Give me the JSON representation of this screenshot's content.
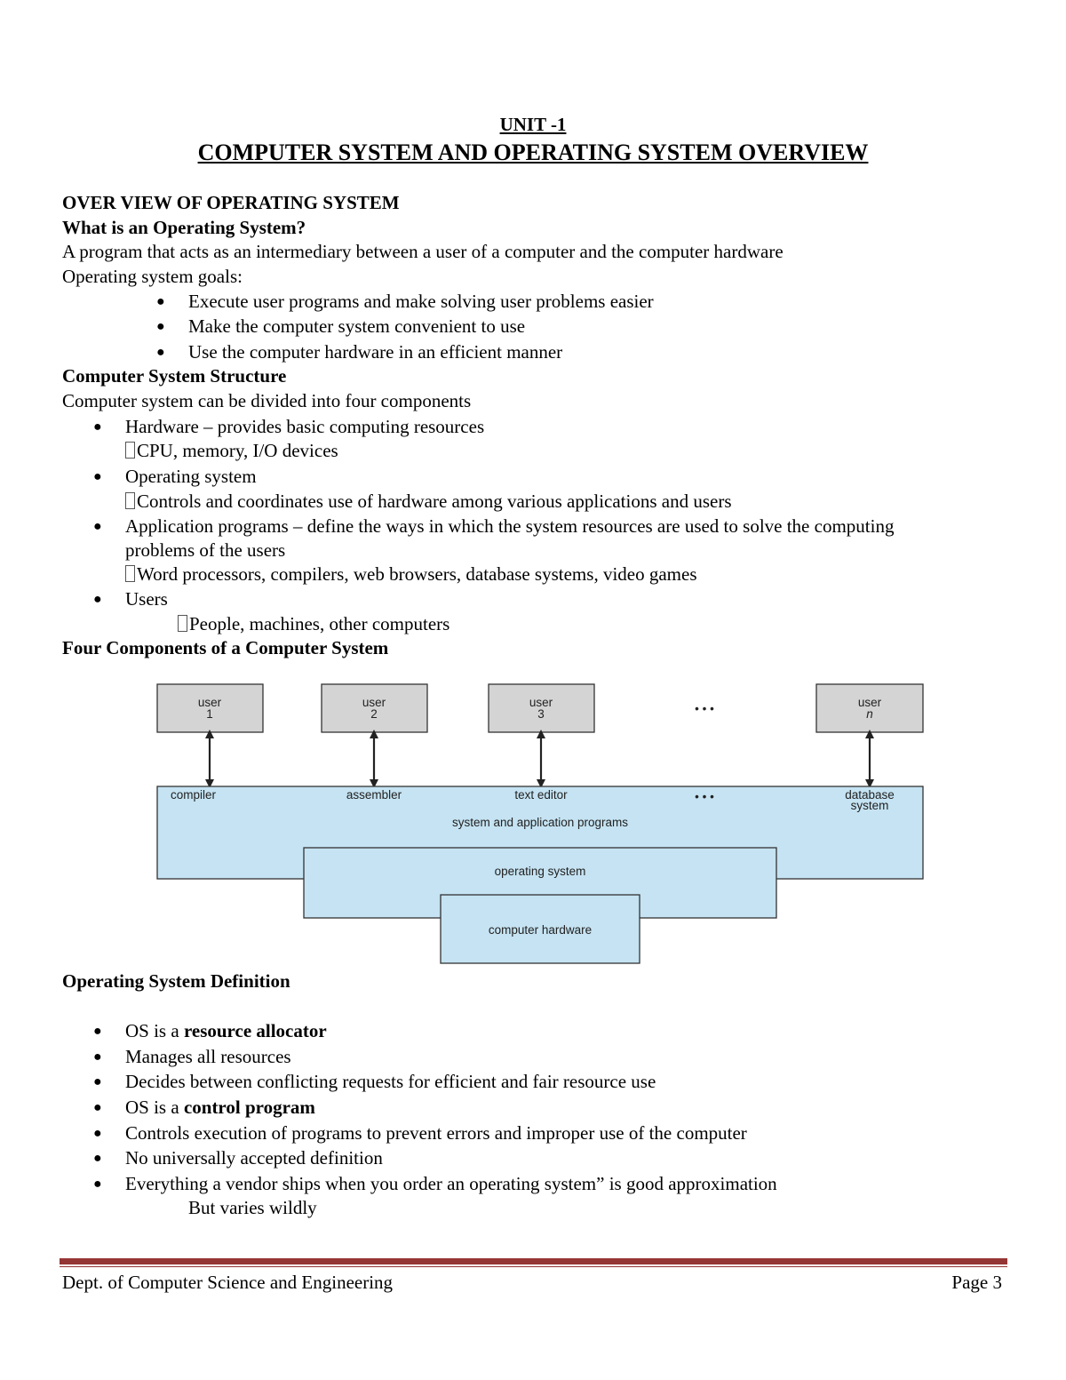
{
  "header": {
    "unit": "UNIT -1",
    "title": "COMPUTER SYSTEM AND OPERATING SYSTEM OVERVIEW"
  },
  "overview": {
    "heading": "OVER VIEW OF OPERATING SYSTEM",
    "question": "What is an Operating System?",
    "definition": "A program that acts as an intermediary between a user of a computer and the computer hardware",
    "goals_label": "Operating system goals:",
    "goals": [
      "Execute user programs and make solving user problems easier",
      "Make the computer system convenient to use",
      "Use the computer hardware in an efficient manner"
    ]
  },
  "structure": {
    "heading": "Computer System Structure",
    "intro": "Computer system can be divided into four components",
    "items": [
      {
        "label": "Hardware – provides basic computing resources",
        "sub": "CPU, memory, I/O devices"
      },
      {
        "label": "Operating system",
        "sub": "Controls and coordinates use of hardware among various applications and users"
      },
      {
        "label": "Application programs – define the ways in which the system resources are used to solve the computing",
        "label2": "problems of the users",
        "sub": "Word processors, compilers, web browsers, database systems, video games"
      },
      {
        "label": "Users",
        "sub": "People, machines, other computers"
      }
    ]
  },
  "diagram": {
    "heading": "Four Components of a Computer System",
    "users": [
      {
        "top": "user",
        "bottom": "1"
      },
      {
        "top": "user",
        "bottom": "2"
      },
      {
        "top": "user",
        "bottom": "3"
      },
      {
        "top": "user",
        "bottom": "n"
      }
    ],
    "ellipsis": "• • •",
    "programs": [
      "compiler",
      "assembler",
      "text editor"
    ],
    "database_line1": "database",
    "database_line2": "system",
    "programs_label": "system and application programs",
    "os_label": "operating system",
    "hardware_label": "computer hardware",
    "colors": {
      "fill_blue": "#c5e3f2",
      "fill_gray": "#d4d4d4",
      "stroke": "#333333"
    }
  },
  "definition": {
    "heading": "Operating System Definition",
    "items": [
      {
        "pre": "OS is a ",
        "bold": "resource allocator"
      },
      {
        "pre": "Manages all resources",
        "bold": ""
      },
      {
        "pre": "Decides between conflicting requests for efficient and fair resource use",
        "bold": ""
      },
      {
        "pre": "OS is a ",
        "bold": "control program"
      },
      {
        "pre": "Controls execution of programs to prevent errors and improper use of the computer",
        "bold": ""
      },
      {
        "pre": "No universally accepted definition",
        "bold": ""
      },
      {
        "pre": "Everything a vendor ships when you order an operating system” is good approximation",
        "bold": ""
      }
    ],
    "trailing": "But varies wildly"
  },
  "footer": {
    "left": "Dept. of Computer Science and Engineering",
    "right": "Page 3",
    "rule_color": "#943634"
  }
}
